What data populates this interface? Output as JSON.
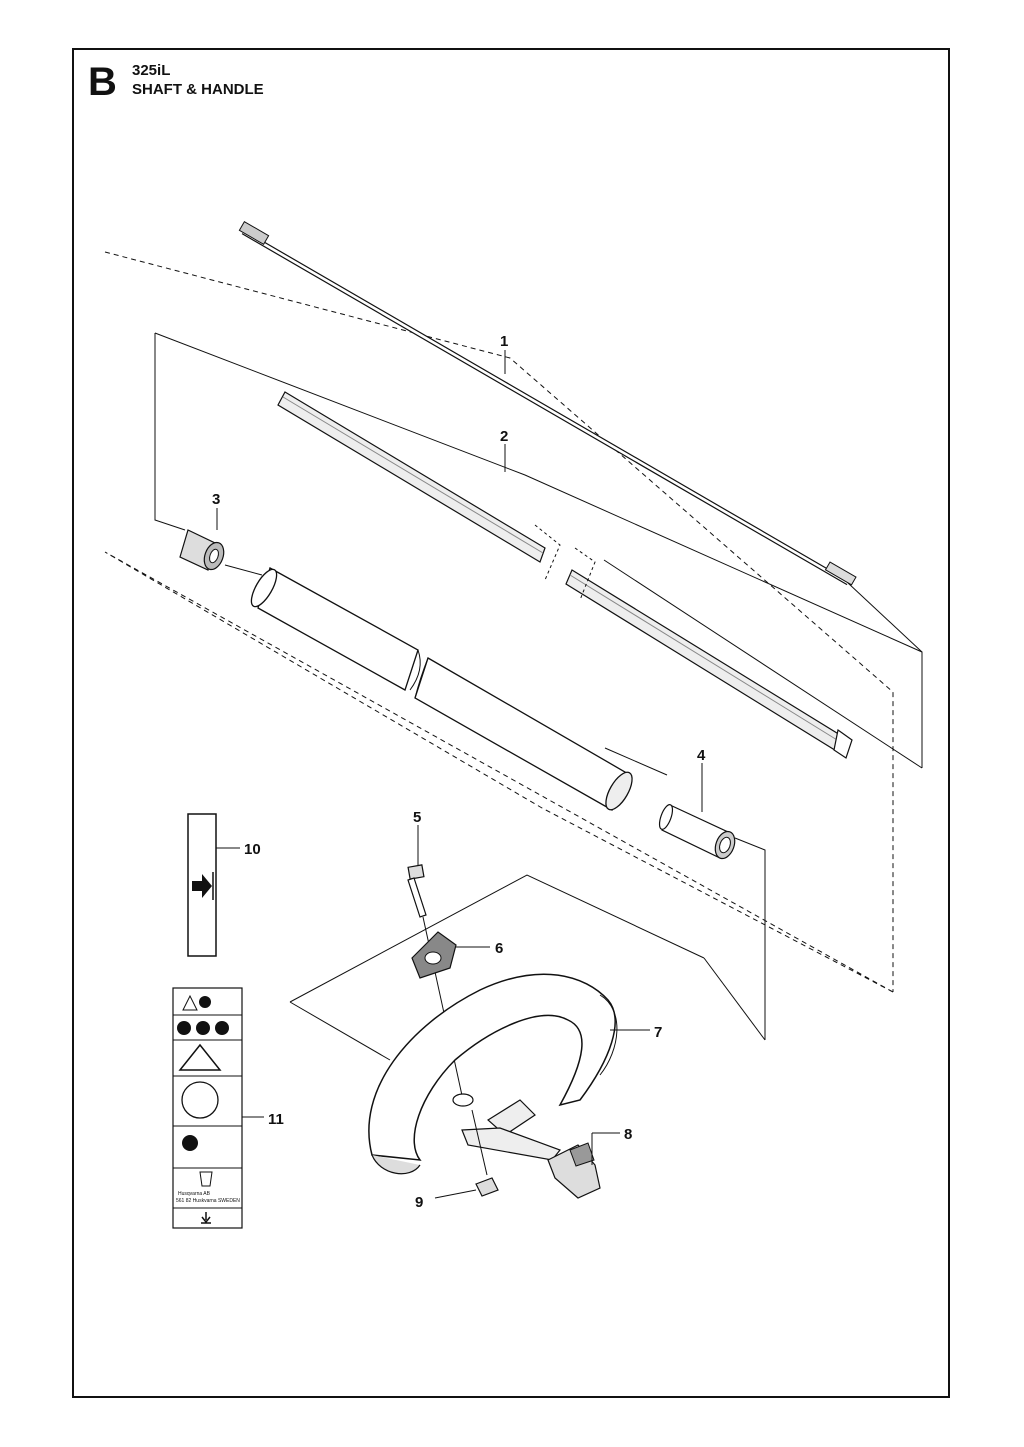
{
  "header": {
    "section_letter": "B",
    "model": "325iL",
    "title": "SHAFT & HANDLE"
  },
  "callouts": [
    {
      "number": "1",
      "part": "drive-shaft"
    },
    {
      "number": "2",
      "part": "shaft-tube"
    },
    {
      "number": "3",
      "part": "end-sleeve"
    },
    {
      "number": "4",
      "part": "end-sleeve"
    },
    {
      "number": "5",
      "part": "screw"
    },
    {
      "number": "6",
      "part": "wing-knob"
    },
    {
      "number": "7",
      "part": "loop-handle"
    },
    {
      "number": "8",
      "part": "bracket"
    },
    {
      "number": "9",
      "part": "nut"
    },
    {
      "number": "10",
      "part": "arrow-decal"
    },
    {
      "number": "11",
      "part": "warning-decal"
    }
  ],
  "decal": {
    "company_line1": "Husqvarna AB",
    "company_line2": "561 82 Huskvarna SWEDEN"
  }
}
